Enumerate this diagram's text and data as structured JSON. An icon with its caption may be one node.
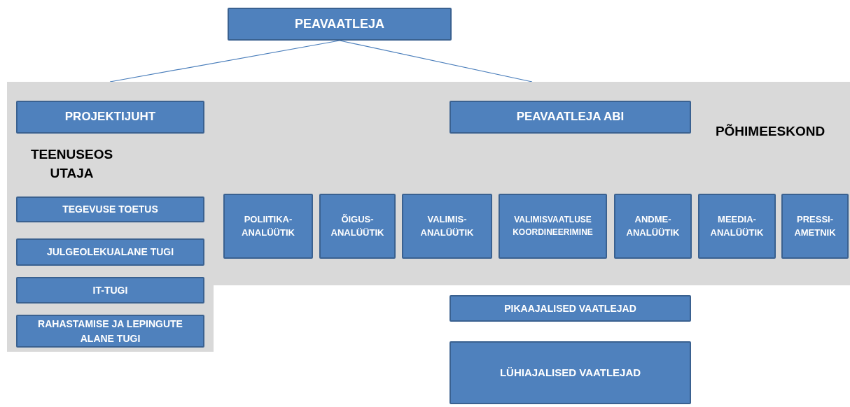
{
  "diagram": {
    "nodes": [
      {
        "text": [
          "PEAVAATLEJA"
        ]
      },
      {
        "text": [
          "PÕHIMEESKOND",
          "TEENUSEOS UTAJA"
        ]
      },
      {
        "text": [
          "PROJEKTIJUHT"
        ],
        "in": 1
      },
      {
        "text": [
          "PEAVAATLEJA ABI"
        ],
        "in": 1
      },
      {
        "text": [
          "TEGEVUSE TOETUS"
        ],
        "in": 1
      },
      {
        "text": [
          "POLIITIKA- ANALÜÜTIK"
        ],
        "in": 1
      },
      {
        "text": [
          "ÕIGUS- ANALÜÜTIK"
        ],
        "in": 1
      },
      {
        "text": [
          "VALIMIS- ANALÜÜTIK"
        ],
        "in": 1
      },
      {
        "text": [
          "VALIMISVAATLUSE KOORDINEERIMINE"
        ],
        "in": 1
      },
      {
        "text": [
          "ANDME- ANALÜÜTIK"
        ],
        "in": 1
      },
      {
        "text": [
          "MEEDIA- ANALÜÜTIK"
        ],
        "in": 1
      },
      {
        "text": [
          "PRESSI- AMETNIK"
        ],
        "in": 1
      },
      {
        "text": [
          "JULGEOLEKUALANE TUGI"
        ],
        "in": 1
      },
      {
        "text": [
          "IT-TUGI"
        ],
        "in": 1
      },
      {
        "text": [
          "RAHASTAMISE JA LEPINGUTE ALANE TUGI"
        ],
        "in": 1
      },
      {
        "text": [
          "PIKAAJALISED VAATLEJAD"
        ]
      },
      {
        "text": [
          "LÜHIAJALISED VAATLEJAD"
        ]
      }
    ],
    "edges": [
      {
        "from": 0,
        "to": 1,
        "arrow": "none"
      },
      {
        "from": 0,
        "to": 1,
        "arrow": "none"
      }
    ]
  }
}
